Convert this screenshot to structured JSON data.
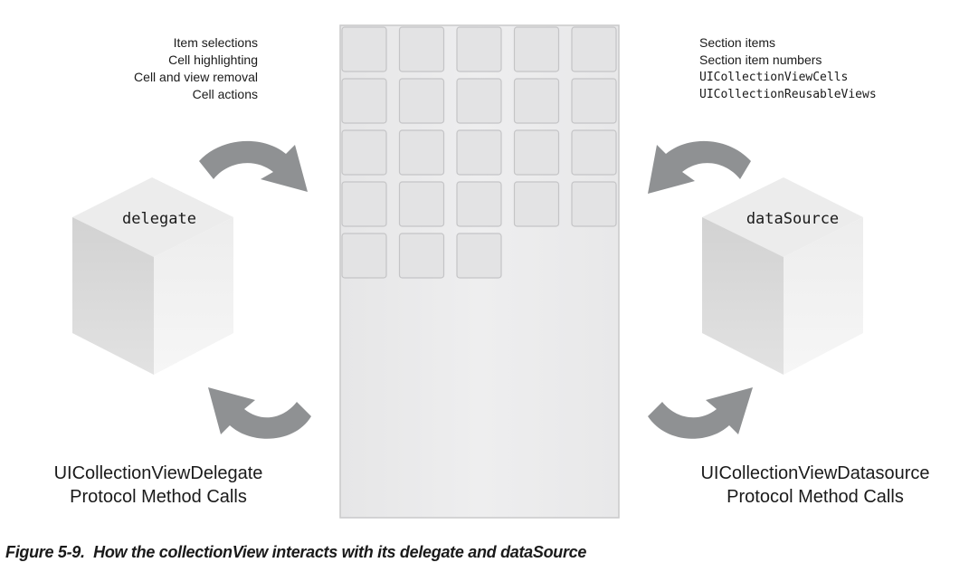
{
  "delegate": {
    "cube_label": "delegate",
    "events": [
      "Item selections",
      "Cell highlighting",
      "Cell and view removal",
      "Cell actions"
    ],
    "protocol_line1": "UICollectionViewDelegate",
    "protocol_line2": "Protocol Method Calls"
  },
  "data_source": {
    "cube_label": "dataSource",
    "items": [
      "Section items",
      "Section item numbers",
      "UICollectionViewCells",
      "UICollectionReusableViews"
    ],
    "protocol_line1": "UICollectionViewDatasource",
    "protocol_line2": "Protocol Method Calls"
  },
  "collection_view": {
    "rows": [
      5,
      5,
      5,
      5,
      3
    ]
  },
  "caption": {
    "prefix": "Figure 5-9.",
    "text": "How the collectionView interacts with its delegate and dataSource"
  },
  "colors": {
    "arrow": "#8f9193",
    "panel": "#ececed",
    "cell": "#e3e3e4",
    "cube_top": "#ebebeb",
    "cube_left": "#d4d4d4",
    "cube_right": "#f1f1f1"
  }
}
